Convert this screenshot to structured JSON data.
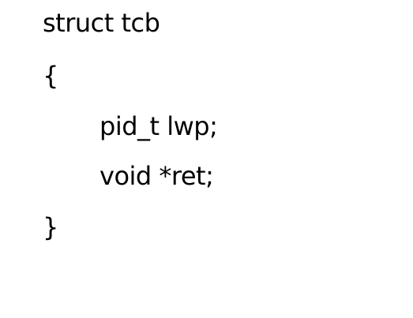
{
  "code": {
    "lines": [
      "struct tcb",
      "{",
      "pid_t lwp;",
      "void *ret;",
      "}"
    ]
  }
}
